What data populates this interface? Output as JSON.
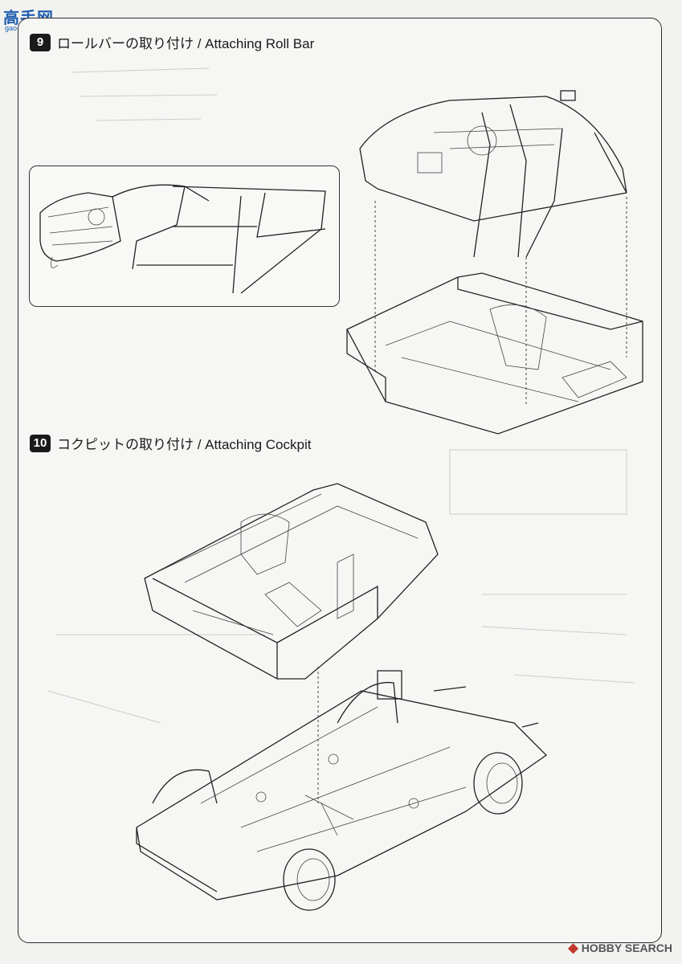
{
  "watermark": {
    "logo": "高手网",
    "domain": "gao-shou.com"
  },
  "steps": [
    {
      "number": "9",
      "title": "ロールバーの取り付け / Attaching Roll Bar"
    },
    {
      "number": "10",
      "title": "コクピットの取り付け / Attaching Cockpit"
    }
  ],
  "footer": {
    "brand": "HOBBY SEARCH"
  },
  "colors": {
    "accent": "#1a1a1a",
    "watermark": "#1f5fb0",
    "footer_mark": "#c0392b"
  }
}
